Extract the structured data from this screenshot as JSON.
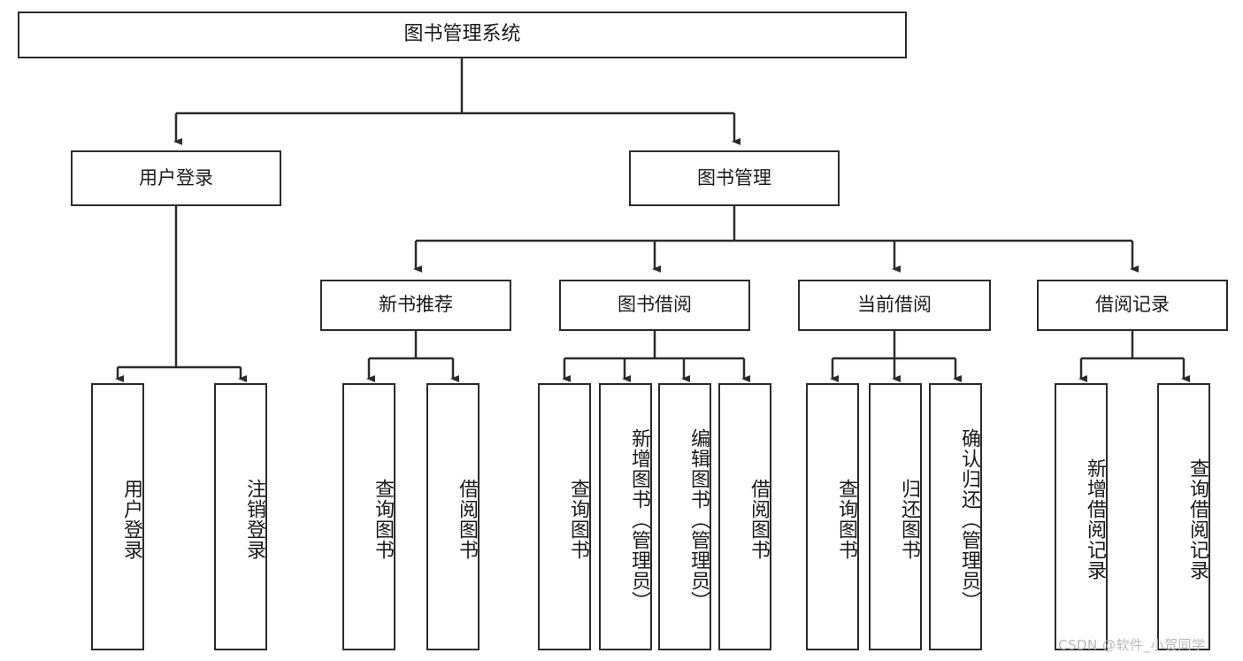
{
  "diagram": {
    "type": "tree-hierarchy",
    "title": "图书管理系统",
    "root": {
      "id": "root",
      "label": "图书管理系统"
    },
    "level1": [
      {
        "id": "user-login",
        "label": "用户登录"
      },
      {
        "id": "book-manage",
        "label": "图书管理"
      }
    ],
    "level2": [
      {
        "id": "new-book-rec",
        "label": "新书推荐",
        "parent": "book-manage"
      },
      {
        "id": "book-borrow",
        "label": "图书借阅",
        "parent": "book-manage"
      },
      {
        "id": "current-borrow",
        "label": "当前借阅",
        "parent": "book-manage"
      },
      {
        "id": "borrow-record",
        "label": "借阅记录",
        "parent": "book-manage"
      }
    ],
    "leaves": {
      "user_login": [
        {
          "id": "leaf-user-login",
          "label": "用户登录"
        },
        {
          "id": "leaf-user-logout",
          "label": "注销登录"
        }
      ],
      "new_book_rec": [
        {
          "id": "leaf-query-book-1",
          "label": "查询图书"
        },
        {
          "id": "leaf-borrow-book-1",
          "label": "借阅图书"
        }
      ],
      "book_borrow": [
        {
          "id": "leaf-query-book-2",
          "label": "查询图书"
        },
        {
          "id": "leaf-add-book",
          "label": "新增图书（管理员）"
        },
        {
          "id": "leaf-edit-book",
          "label": "编辑图书（管理员）"
        },
        {
          "id": "leaf-borrow-book-2",
          "label": "借阅图书"
        }
      ],
      "current_borrow": [
        {
          "id": "leaf-query-book-3",
          "label": "查询图书"
        },
        {
          "id": "leaf-return-book",
          "label": "归还图书"
        },
        {
          "id": "leaf-confirm-return",
          "label": "确认归还（管理员）"
        }
      ],
      "borrow_record": [
        {
          "id": "leaf-add-record",
          "label": "新增借阅记录"
        },
        {
          "id": "leaf-query-record",
          "label": "查询借阅记录"
        }
      ]
    }
  },
  "watermark": {
    "text": "CSDN @软件_小贺同学"
  },
  "colors": {
    "stroke": "#2b2b2b",
    "background": "#ffffff",
    "text": "#1a1a1a",
    "watermark": "#b9b9b9"
  }
}
